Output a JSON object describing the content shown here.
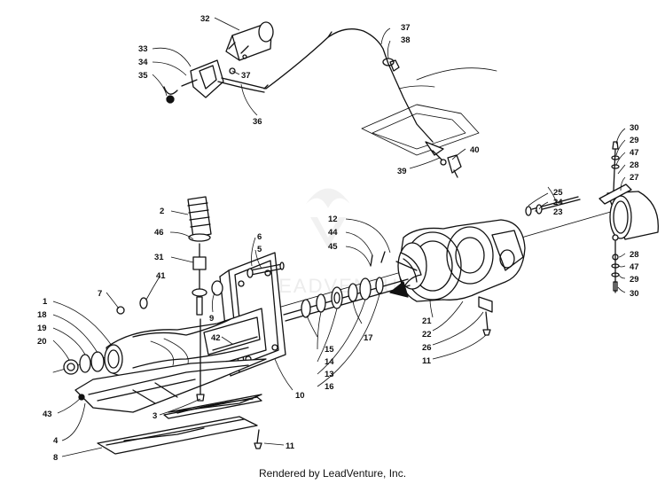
{
  "diagram": {
    "callouts": [
      {
        "id": "c32",
        "text": "32"
      },
      {
        "id": "c33",
        "text": "33"
      },
      {
        "id": "c34",
        "text": "34"
      },
      {
        "id": "c35",
        "text": "35"
      },
      {
        "id": "c37a",
        "text": "37"
      },
      {
        "id": "c37b",
        "text": "37"
      },
      {
        "id": "c38",
        "text": "38"
      },
      {
        "id": "c36",
        "text": "36"
      },
      {
        "id": "c39",
        "text": "39"
      },
      {
        "id": "c40",
        "text": "40"
      },
      {
        "id": "c30a",
        "text": "30"
      },
      {
        "id": "c29a",
        "text": "29"
      },
      {
        "id": "c47a",
        "text": "47"
      },
      {
        "id": "c28a",
        "text": "28"
      },
      {
        "id": "c27",
        "text": "27"
      },
      {
        "id": "c25",
        "text": "25"
      },
      {
        "id": "c24",
        "text": "24"
      },
      {
        "id": "c23",
        "text": "23"
      },
      {
        "id": "c2",
        "text": "2"
      },
      {
        "id": "c46",
        "text": "46"
      },
      {
        "id": "c31",
        "text": "31"
      },
      {
        "id": "c6",
        "text": "6"
      },
      {
        "id": "c5",
        "text": "5"
      },
      {
        "id": "c12",
        "text": "12"
      },
      {
        "id": "c44",
        "text": "44"
      },
      {
        "id": "c45",
        "text": "45"
      },
      {
        "id": "c41",
        "text": "41"
      },
      {
        "id": "c7",
        "text": "7"
      },
      {
        "id": "c9",
        "text": "9"
      },
      {
        "id": "c1",
        "text": "1"
      },
      {
        "id": "c18",
        "text": "18"
      },
      {
        "id": "c19",
        "text": "19"
      },
      {
        "id": "c20",
        "text": "20"
      },
      {
        "id": "c42",
        "text": "42"
      },
      {
        "id": "c17",
        "text": "17"
      },
      {
        "id": "c15",
        "text": "15"
      },
      {
        "id": "c14",
        "text": "14"
      },
      {
        "id": "c13",
        "text": "13"
      },
      {
        "id": "c16",
        "text": "16"
      },
      {
        "id": "c10",
        "text": "10"
      },
      {
        "id": "c21",
        "text": "21"
      },
      {
        "id": "c22",
        "text": "22"
      },
      {
        "id": "c26",
        "text": "26"
      },
      {
        "id": "c11a",
        "text": "11"
      },
      {
        "id": "c28b",
        "text": "28"
      },
      {
        "id": "c47b",
        "text": "47"
      },
      {
        "id": "c29b",
        "text": "29"
      },
      {
        "id": "c30b",
        "text": "30"
      },
      {
        "id": "c43",
        "text": "43"
      },
      {
        "id": "c3",
        "text": "3"
      },
      {
        "id": "c4",
        "text": "4"
      },
      {
        "id": "c8",
        "text": "8"
      },
      {
        "id": "c11b",
        "text": "11"
      }
    ]
  },
  "footer": {
    "text": "Rendered by LeadVenture, Inc."
  },
  "watermark": {
    "text": "LEADVENTURE"
  },
  "colors": {
    "ink": "#111111",
    "background": "#ffffff",
    "watermark": "#e4e4e4"
  }
}
